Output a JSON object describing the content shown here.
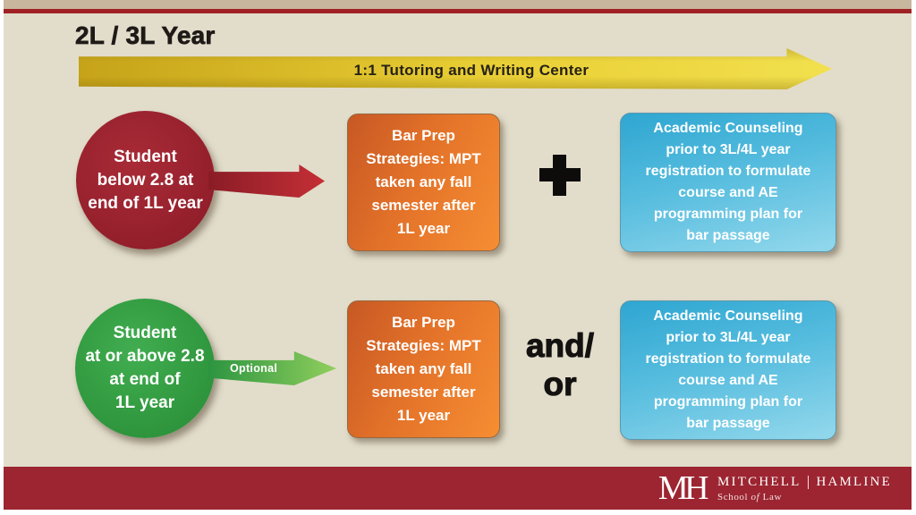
{
  "slide": {
    "title": "2L / 3L Year",
    "banner": {
      "label": "1:1 Tutoring and Writing Center"
    },
    "rows": [
      {
        "circle_label": "Student\nbelow 2.8 at\nend of 1L year",
        "arrow_label": "",
        "bar_prep_label": "Bar Prep\nStrategies: MPT\ntaken any fall\nsemester after\n1L year",
        "connector_label": "+",
        "counseling_label": "Academic Counseling\nprior to 3L/4L year\nregistration to formulate\ncourse and AE\nprogramming plan for\nbar passage"
      },
      {
        "circle_label": "Student\nat or above 2.8\nat end of\n1L year",
        "arrow_label": "Optional",
        "bar_prep_label": "Bar Prep\nStrategies: MPT\ntaken any fall\nsemester after\n1L year",
        "connector_label": "and/\nor",
        "counseling_label": "Academic Counseling\nprior to 3L/4L year\nregistration to formulate\ncourse and AE\nprogramming plan for\nbar passage"
      }
    ],
    "footer": {
      "monogram": "MH",
      "name_left": "MITCHELL",
      "name_right": "HAMLINE",
      "tagline": [
        "School",
        "of",
        "Law"
      ]
    },
    "colors": {
      "background": "#e2ddcb",
      "top_strip_tan": "#c9b69e",
      "brand_red_line": "#a02125",
      "footer_red": "#9c2531",
      "banner_yellow": "#e9cf35",
      "circle_red": "#98222e",
      "circle_green": "#31993f",
      "box_orange": "#e37229",
      "box_blue": "#55bcde",
      "text_dark": "#1f1a17",
      "text_light": "#ffffff"
    }
  }
}
